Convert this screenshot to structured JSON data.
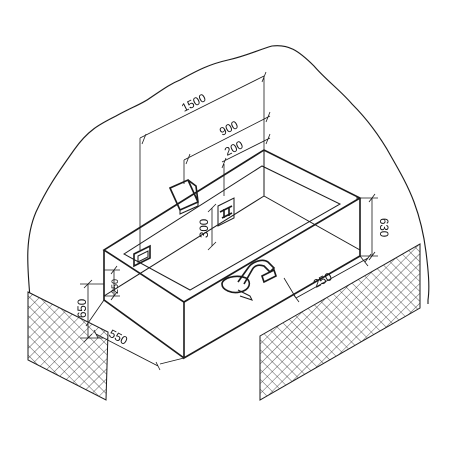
{
  "dimensions": {
    "overall_length": "1500",
    "spout_offset": "900",
    "mixer_offset": "200",
    "mixer_height": "300",
    "tub_height": "630",
    "panel_depth": "250",
    "side_height": "650",
    "side_depth": "250",
    "width": "550"
  },
  "colors": {
    "line": "#1a1a1a",
    "background": "#ffffff"
  }
}
